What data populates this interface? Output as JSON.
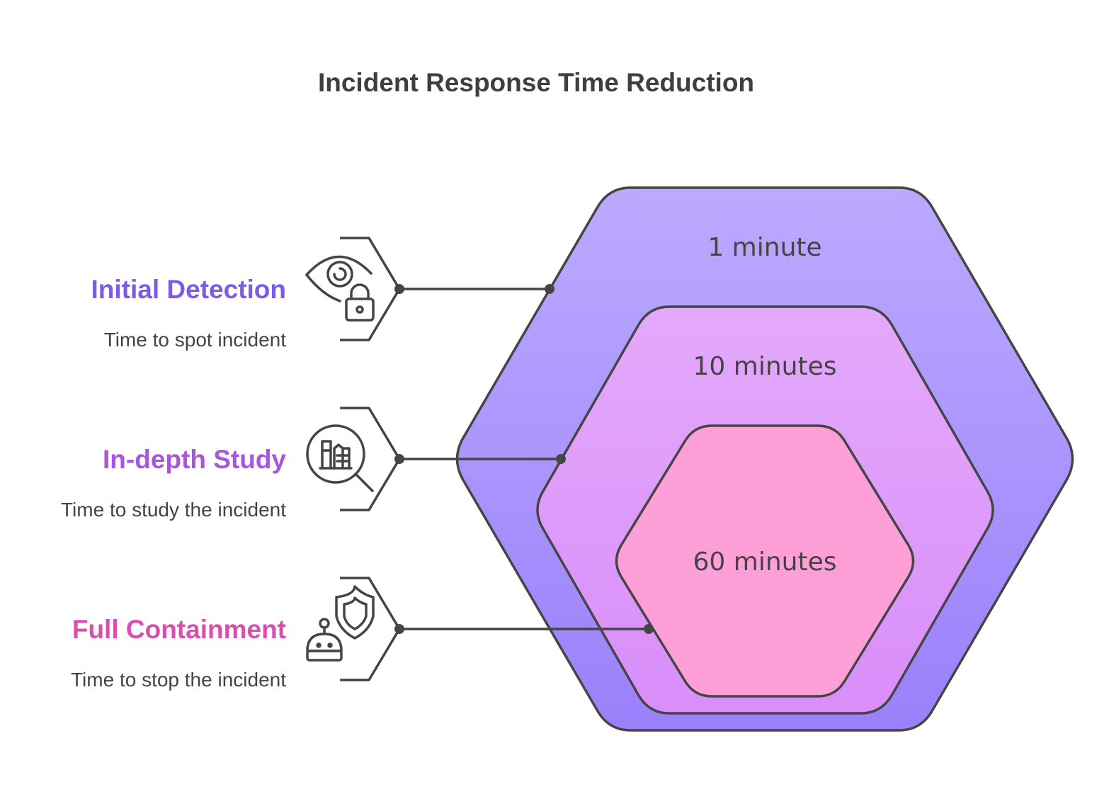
{
  "title": "Incident Response Time Reduction",
  "items": [
    {
      "label": "Initial Detection",
      "description": "Time to spot incident",
      "icon": "eye-lock-icon",
      "color": "#7c5ce6"
    },
    {
      "label": "In-depth Study",
      "description": "Time to study the incident",
      "icon": "magnifier-document-icon",
      "color": "#a855e0"
    },
    {
      "label": "Full Containment",
      "description": "Time to stop the incident",
      "icon": "robot-shield-icon",
      "color": "#d94fb0"
    }
  ],
  "rings": [
    {
      "label": "1 minute",
      "fill_top": "#bbaaff",
      "fill_bottom": "#9a80fb"
    },
    {
      "label": "10 minutes",
      "fill_top": "#e3a9fb",
      "fill_bottom": "#d98efa"
    },
    {
      "label": "60 minutes",
      "fill_top": "#ff9fd8",
      "fill_bottom": "#ff9fd8"
    }
  ],
  "stroke_color": "#454545"
}
